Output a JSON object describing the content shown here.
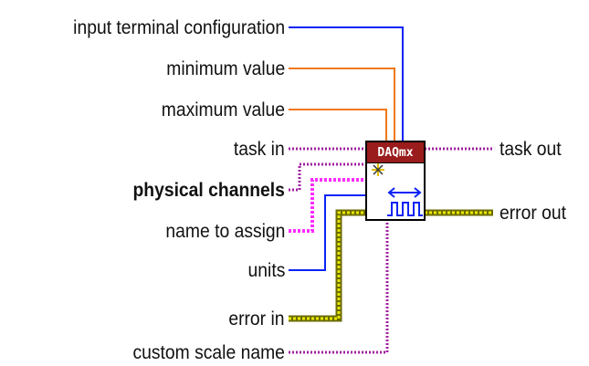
{
  "node": {
    "header": "DAQmx",
    "inputs": [
      {
        "key": "input_terminal_configuration",
        "label": "input terminal configuration",
        "bold": false,
        "color": "#0b24f5",
        "wire": "enum"
      },
      {
        "key": "minimum_value",
        "label": "minimum value",
        "bold": false,
        "color": "#f07818",
        "wire": "numeric"
      },
      {
        "key": "maximum_value",
        "label": "maximum value",
        "bold": false,
        "color": "#f07818",
        "wire": "numeric"
      },
      {
        "key": "task_in",
        "label": "task in",
        "bold": false,
        "color": "#a020a0",
        "wire": "refnum"
      },
      {
        "key": "physical_channels",
        "label": "physical channels",
        "bold": true,
        "color": "#a020a0",
        "wire": "refnum"
      },
      {
        "key": "name_to_assign",
        "label": "name to assign",
        "bold": false,
        "color": "#ff2cff",
        "wire": "string"
      },
      {
        "key": "units",
        "label": "units",
        "bold": false,
        "color": "#0b24f5",
        "wire": "enum"
      },
      {
        "key": "error_in",
        "label": "error in",
        "bold": false,
        "color": "#6b6b00",
        "wire": "cluster"
      },
      {
        "key": "custom_scale_name",
        "label": "custom scale name",
        "bold": false,
        "color": "#a020a0",
        "wire": "refnum"
      }
    ],
    "outputs": [
      {
        "key": "task_out",
        "label": "task out",
        "color": "#a020a0",
        "wire": "refnum"
      },
      {
        "key": "error_out",
        "label": "error out",
        "color": "#6b6b00",
        "wire": "cluster"
      }
    ]
  }
}
